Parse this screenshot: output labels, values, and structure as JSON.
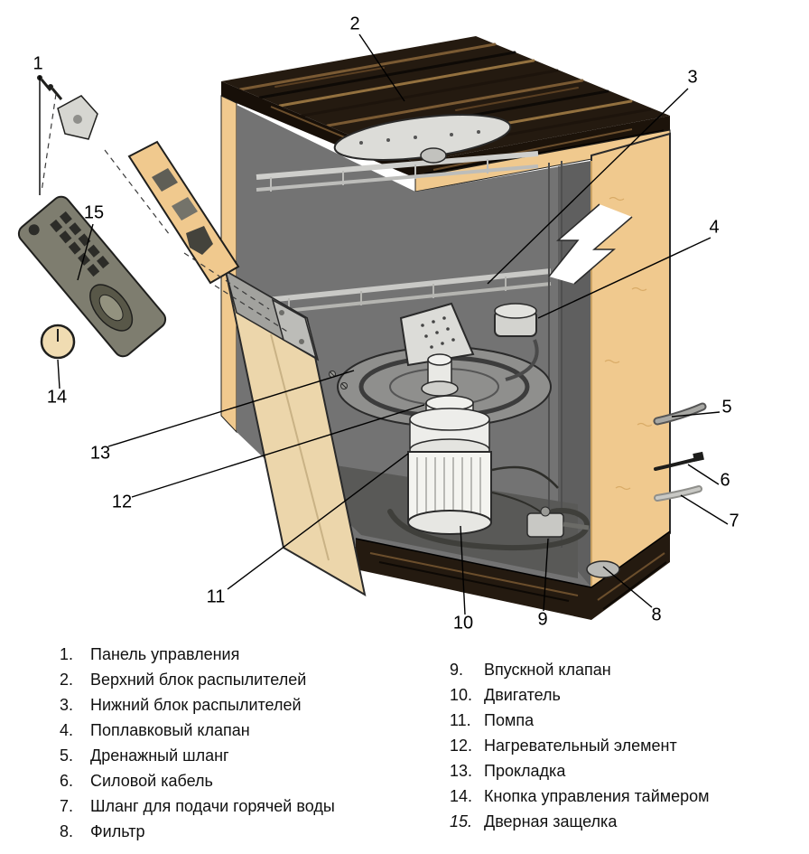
{
  "colors": {
    "cabinet": "#f0c98e",
    "cabinet-edge": "#caa263",
    "wood": "#241a10",
    "interior": "#737373",
    "outline": "#1f1f1d",
    "part": "#dcdcd8",
    "motor": "#f4f4f0"
  },
  "diagram": {
    "callouts": [
      "1",
      "2",
      "3",
      "4",
      "5",
      "6",
      "7",
      "8",
      "9",
      "10",
      "11",
      "12",
      "13",
      "14",
      "15"
    ]
  },
  "legend": {
    "left": [
      {
        "num": "1.",
        "label": "Панель управления"
      },
      {
        "num": "2.",
        "label": "Верхний блок распылителей"
      },
      {
        "num": "3.",
        "label": "Нижний блок распылителей"
      },
      {
        "num": "4.",
        "label": "Поплавковый клапан"
      },
      {
        "num": "5.",
        "label": "Дренажный шланг"
      },
      {
        "num": "6.",
        "label": "Силовой кабель"
      },
      {
        "num": "7.",
        "label": "Шланг для подачи горячей воды"
      },
      {
        "num": "8.",
        "label": "Фильтр"
      }
    ],
    "right": [
      {
        "num": "9.",
        "label": "Впускной клапан"
      },
      {
        "num": "10.",
        "label": "Двигатель"
      },
      {
        "num": "11.",
        "label": "Помпа"
      },
      {
        "num": "12.",
        "label": "Нагревательный элемент"
      },
      {
        "num": "13.",
        "label": "Прокладка"
      },
      {
        "num": "14.",
        "label": "Кнопка управления таймером"
      },
      {
        "num": "15.",
        "label": "Дверная защелка"
      }
    ]
  }
}
